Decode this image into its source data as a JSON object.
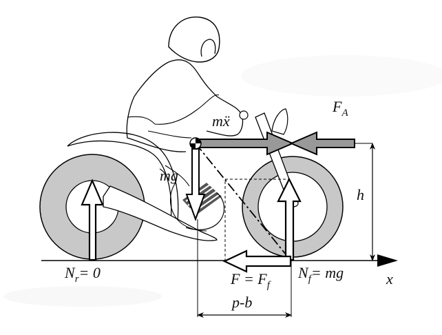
{
  "diagram": {
    "title": "Motorcycle braking force diagram",
    "labels": {
      "inertia": "mẍ",
      "inertia_base": "mx",
      "air_force": "F",
      "air_force_sub": "A",
      "weight": "mg",
      "height": "h",
      "rear_normal": "N",
      "rear_normal_sub": "r",
      "rear_normal_value": "= 0",
      "front_normal": "N",
      "front_normal_sub": "f",
      "front_normal_value": "= mg",
      "friction_lhs": "F = F",
      "friction_sub": "f",
      "distance": "p-b",
      "x_axis": "x"
    },
    "colors": {
      "tire": "#c8c8c8",
      "force_arrow": "#999999",
      "stroke": "#000000",
      "hatch": "#555555"
    }
  }
}
